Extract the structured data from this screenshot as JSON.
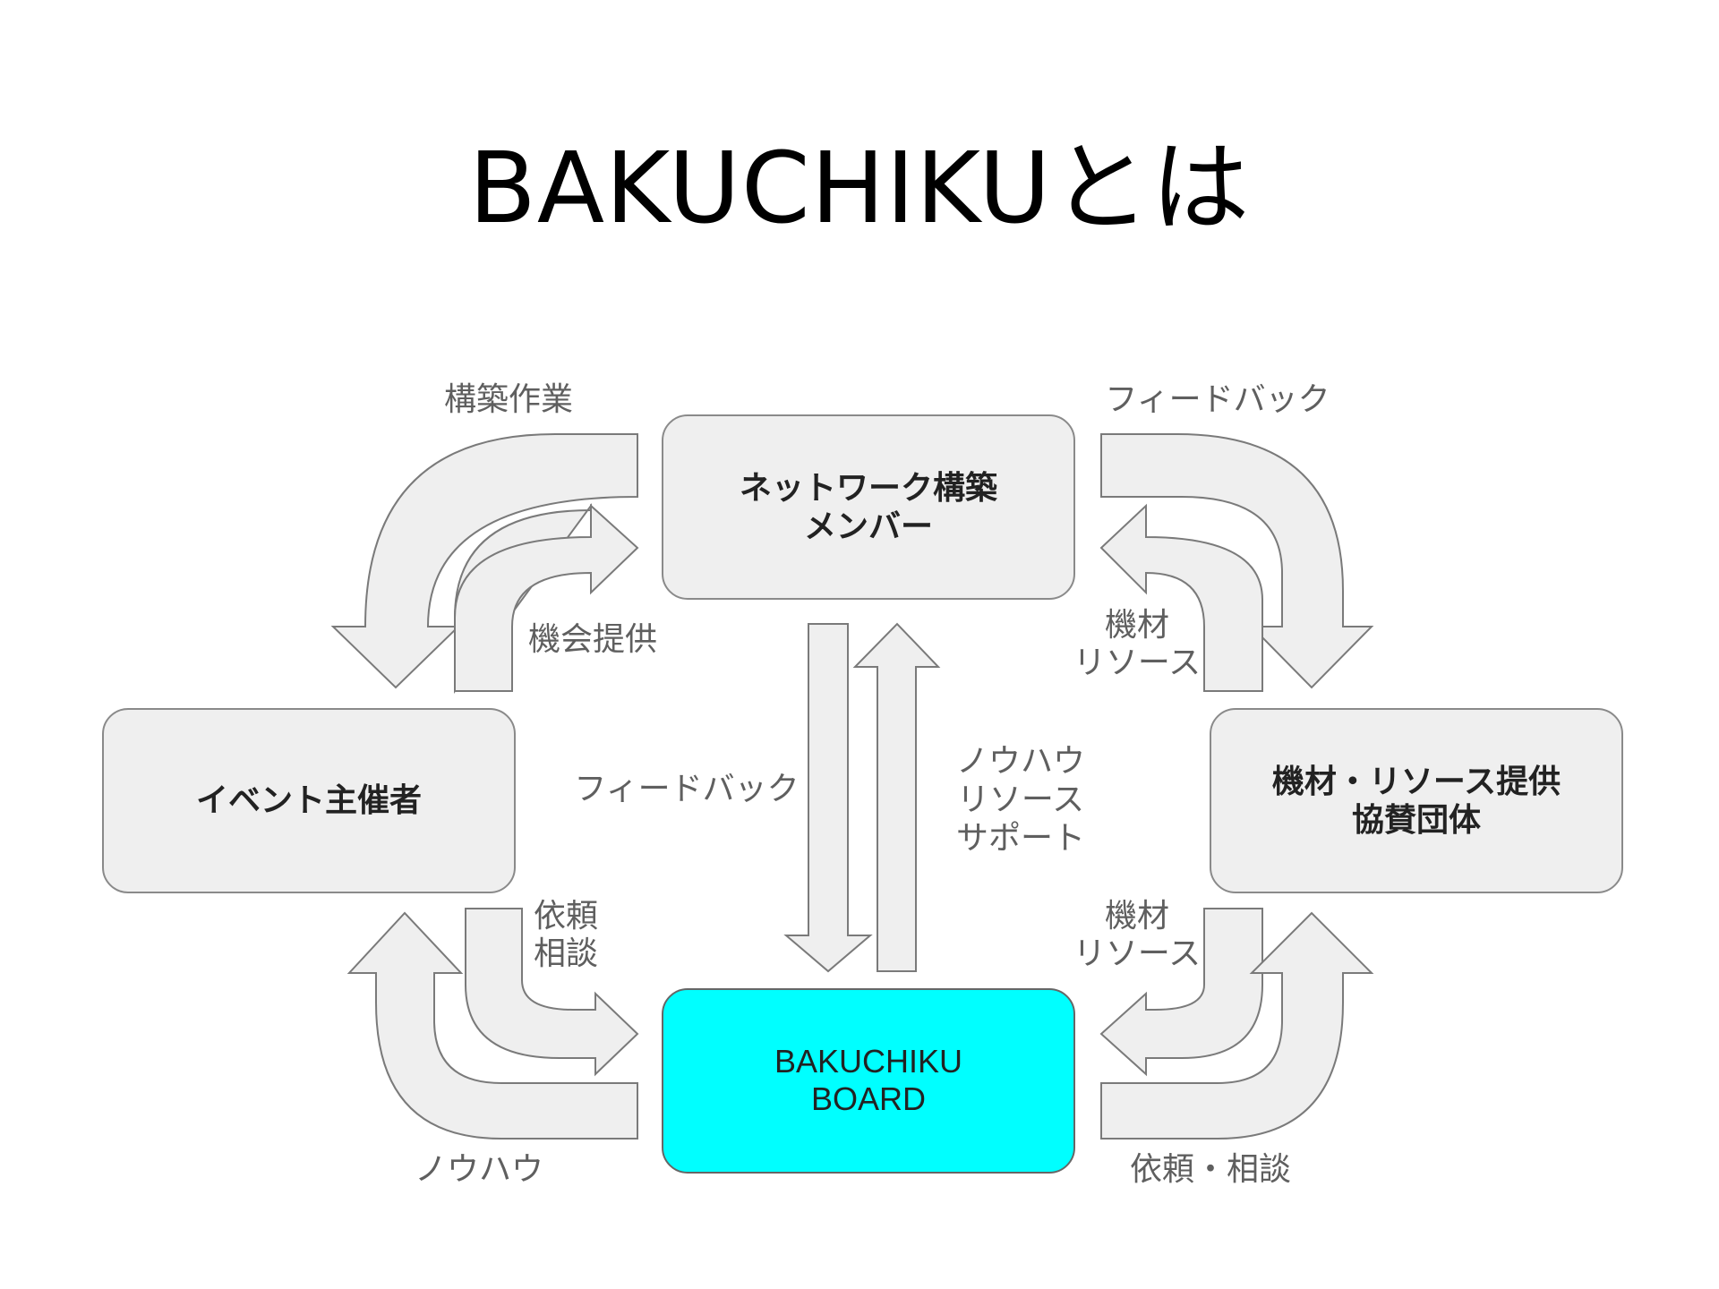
{
  "title": "BAKUCHIKUとは",
  "nodes": {
    "network_member": [
      "ネットワーク構築",
      "メンバー"
    ],
    "event_organizer": [
      "イベント主催者"
    ],
    "equipment_provider": [
      "機材・リソース提供",
      "協賛団体"
    ],
    "bakuchiku_board": [
      "BAKUCHIKU",
      "BOARD"
    ]
  },
  "highlight_color": "#00ffff",
  "arrow_labels": {
    "construction_work": [
      "構築作業"
    ],
    "opportunity": [
      "機会提供"
    ],
    "feedback_top_right": [
      "フィードバック"
    ],
    "equipment_resource_top": [
      "機材",
      "リソース"
    ],
    "feedback_center": [
      "フィードバック"
    ],
    "knowhow_center": [
      "ノウハウ",
      "リソース",
      "サポート"
    ],
    "request_consult_left": [
      "依頼",
      "相談"
    ],
    "knowhow_bottom": [
      "ノウハウ"
    ],
    "equipment_resource_bottom": [
      "機材",
      "リソース"
    ],
    "request_consult_bottom": [
      "依頼・相談"
    ]
  }
}
